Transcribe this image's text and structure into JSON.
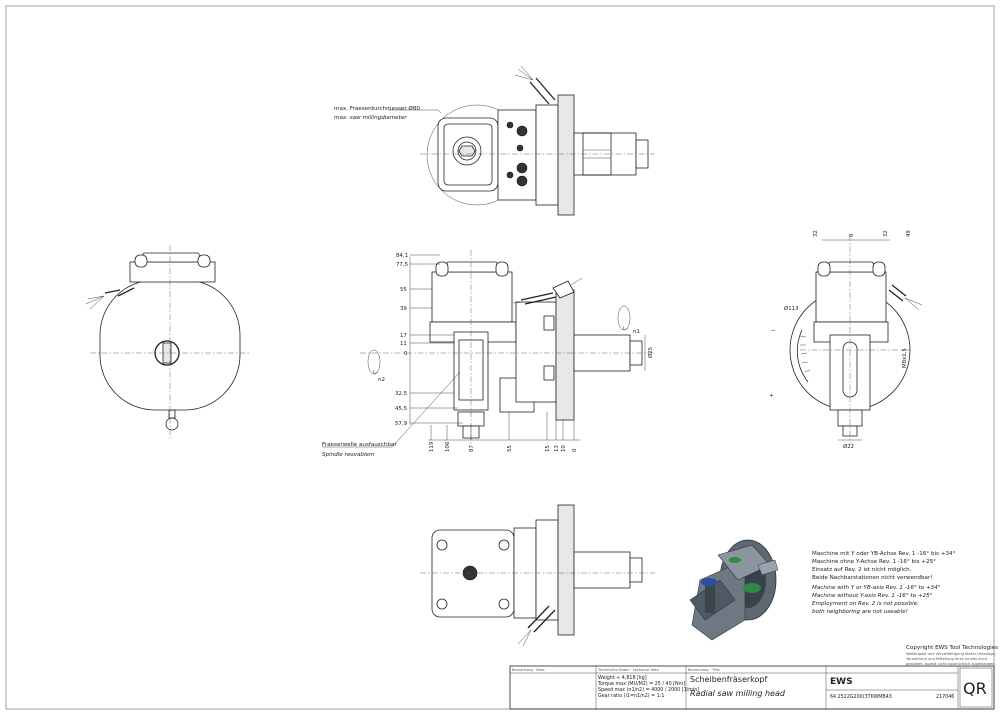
{
  "notes": {
    "max_saw_de": "max. Fraeserdurchmesser Ø80",
    "max_saw_en": "max. saw millingdiameter",
    "spindle_de": "Fraeserwelle ausfauschbar",
    "spindle_en": "Spindle reovablem",
    "n1": "n1",
    "n2": "n2",
    "minus": "−",
    "plus": "+",
    "block": [
      "Maschine mit Y oder YB-Achse Rev. 1    -16° bis +34°",
      "Maschine ohne Y-Achse           Rev. 1    -16° bis +25°",
      "Einsatz auf Rev. 2 ist nicht möglich.",
      "Beide Nachbarstationen nicht verwendbar!",
      "Machine with Y or YB-axis        Rev. 1    -16° to +34°",
      "Machine without Y-axis            Rev. 1    -16° to +25°",
      "Employment on Rev. 2 is not possible.",
      "both neighboring are not useable!"
    ]
  },
  "front_dims": {
    "v": [
      "84,1",
      "77,5",
      "55",
      "39",
      "17",
      "11",
      "0",
      "32,5",
      "45,5",
      "57,9"
    ],
    "h": [
      "119",
      "106",
      "87",
      "55",
      "15",
      "13",
      "10",
      "0"
    ],
    "shank": "Ø25"
  },
  "right_dims": {
    "d113": "Ø113",
    "l32": "32",
    "c0": "0",
    "r32": "32",
    "r49": "49",
    "m": "M8x1,5",
    "d22": "Ø22"
  },
  "copyright": {
    "title": "Copyright EWS Tool Technologies",
    "line1": "Weitergabe und Vervielfältigung dieser Unterlage,",
    "line2": "Verwertung und Mitteilung ihres Inhalts nicht",
    "line3": "gestattet, soweit nicht ausdrücklich zugestanden."
  },
  "title_block": {
    "col1_header": "Bemerkung · Note",
    "col2_header": "Technische Daten · technical data",
    "col3_header": "Benennung · Title",
    "specs": [
      "Weight                             ≈  4,818 [kg]",
      "Torque max (MU/M2)  =   25 / 40 [Nm]",
      "Speed max  (n1/n2)   =  4000 / 2000 [1/min]",
      "Gear ratio  (i1=n1/n2)  =  1:1"
    ],
    "title_de": "Scheibenfräserkopf",
    "title_en": "Radial saw milling head",
    "logo": "EWS",
    "part_number": "64.2522G200(3TKWMB43",
    "drawing_number": "217046",
    "qr": "QR"
  }
}
